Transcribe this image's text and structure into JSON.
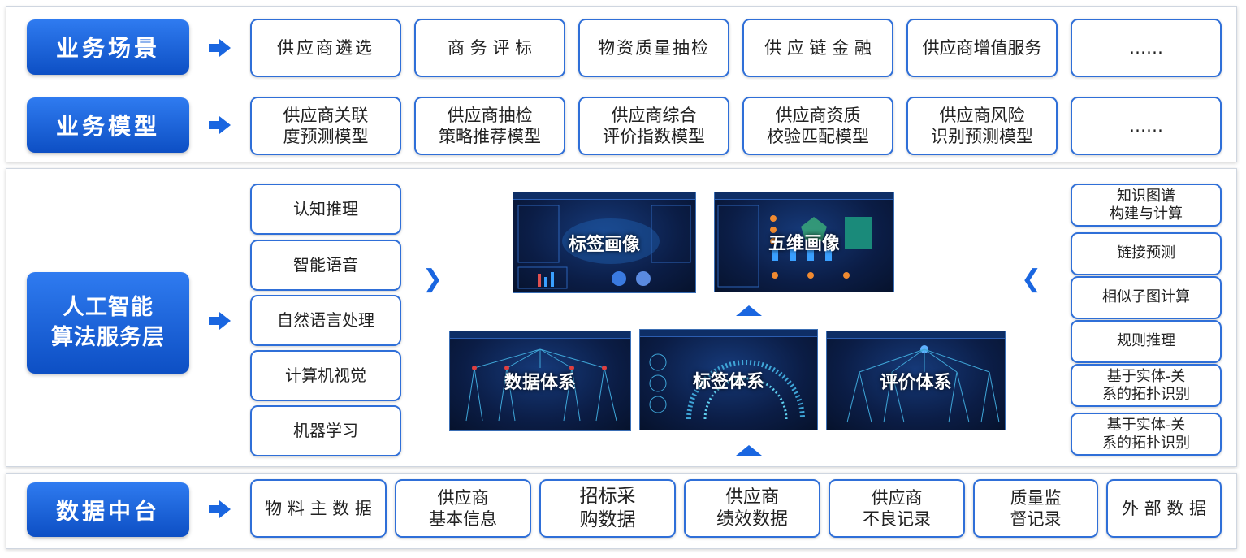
{
  "colors": {
    "accent": "#1a66e0",
    "box_border": "#2f6fd8",
    "thumb_bg": "#0b1d46"
  },
  "business_scenes": {
    "label": "业务场景",
    "items": [
      "供应商遴选",
      "商 务 评 标",
      "物资质量抽检",
      "供 应 链 金 融",
      "供应商增值服务",
      "……"
    ]
  },
  "business_models": {
    "label": "业务模型",
    "items": [
      "供应商关联\n度预测模型",
      "供应商抽检\n策略推荐模型",
      "供应商综合\n评价指数模型",
      "供应商资质\n校验匹配模型",
      "供应商风险\n识别预测模型",
      "……"
    ]
  },
  "ai_layer": {
    "label": "人工智能\n算法服务层",
    "left_items": [
      "认知推理",
      "智能语音",
      "自然语言处理",
      "计算机视觉",
      "机器学习"
    ],
    "right_items": [
      "知识图谱\n构建与计算",
      "链接预测",
      "相似子图计算",
      "规则推理",
      "基于实体-关\n系的拓扑识别",
      "基于实体-关\n系的拓扑识别"
    ],
    "top_screens": [
      "标签画像",
      "五维画像"
    ],
    "bottom_screens": [
      "数据体系",
      "标签体系",
      "评价体系"
    ]
  },
  "data_platform": {
    "label": "数据中台",
    "items": [
      "物 料 主 数 据",
      "供应商\n基本信息",
      "招标采\n购数据",
      "供应商\n绩效数据",
      "供应商\n不良记录",
      "质量监\n督记录",
      "外 部 数 据"
    ]
  }
}
